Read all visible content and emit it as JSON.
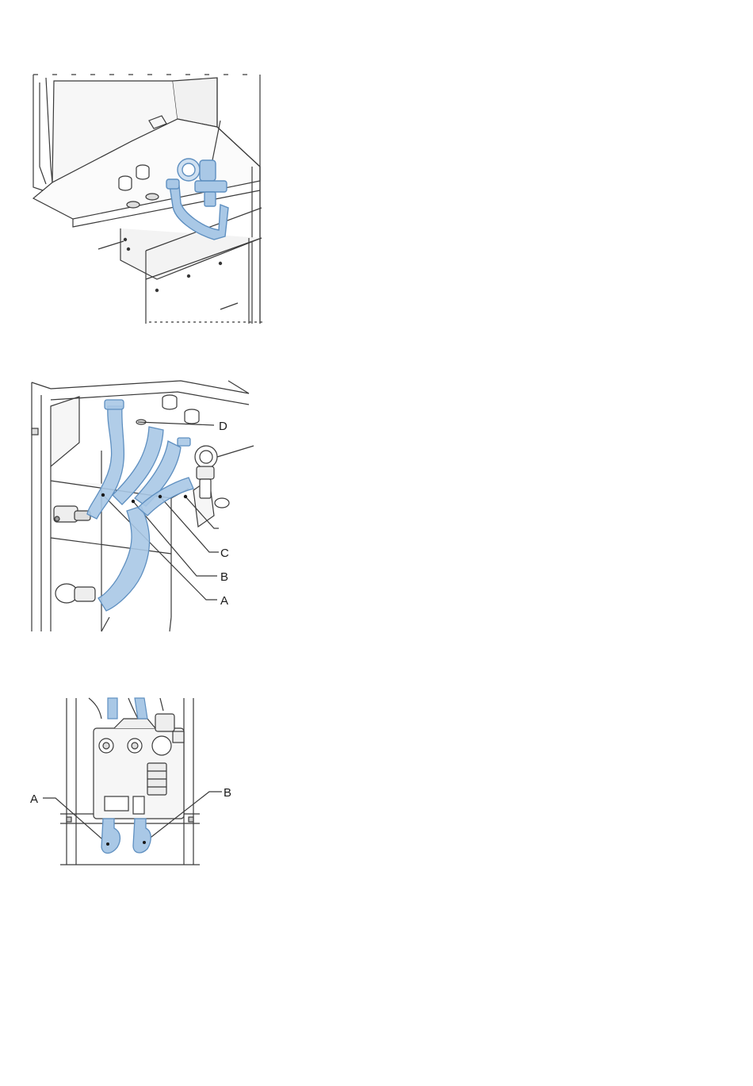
{
  "colors": {
    "hose_fill": "#a9c8e6",
    "hose_stroke": "#5e8fc0",
    "line": "#3a3a3a",
    "panel": "#f4f4f4"
  },
  "figures": [
    {
      "labels": []
    },
    {
      "labels": [
        "D",
        "C",
        "B",
        "A"
      ]
    },
    {
      "labels": [
        "A",
        "B"
      ]
    }
  ]
}
